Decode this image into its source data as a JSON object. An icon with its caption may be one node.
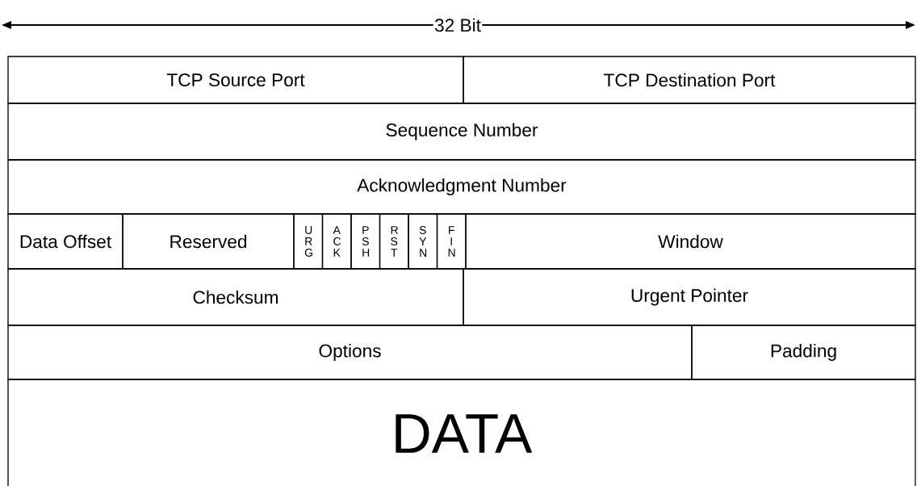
{
  "diagram": {
    "nodes": [
      {
        "text": [
          "TCP Source Port"
        ]
      },
      {
        "text": [
          "TCP Destination Port"
        ]
      },
      {
        "text": [
          "Sequence Number"
        ]
      },
      {
        "text": [
          "Acknowledgment Number"
        ]
      },
      {
        "text": [
          "Data Offset"
        ]
      },
      {
        "text": [
          "Reserved"
        ]
      },
      {
        "text": [
          "U R G"
        ]
      },
      {
        "text": [
          "A C K"
        ]
      },
      {
        "text": [
          "P S H"
        ]
      },
      {
        "text": [
          "R S T"
        ]
      },
      {
        "text": [
          "S Y N"
        ]
      },
      {
        "text": [
          "F I N"
        ]
      },
      {
        "text": [
          "Window"
        ]
      },
      {
        "text": [
          "Checksum"
        ]
      },
      {
        "text": [
          "Urgent Pointer"
        ]
      },
      {
        "text": [
          "Options"
        ]
      },
      {
        "text": [
          "Padding"
        ]
      },
      {
        "text": [
          "DATA"
        ]
      }
    ],
    "labels": [
      "32 Bit"
    ]
  }
}
